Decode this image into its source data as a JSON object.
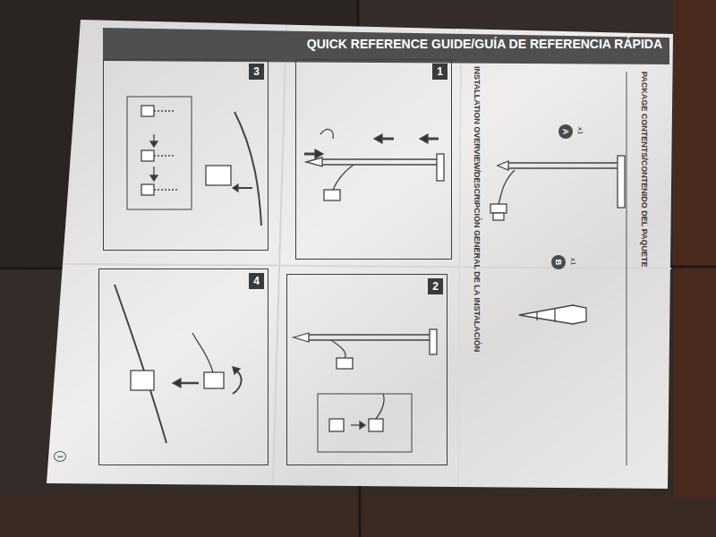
{
  "diagram": {
    "title": "QUICK REFERENCE GUIDE/GUÍA DE REFERENCIA RÁPIDA",
    "nodes": [
      {
        "text": [
          "3"
        ]
      },
      {
        "text": [
          "1"
        ]
      },
      {
        "text": [
          "A"
        ]
      },
      {
        "text": [
          "4"
        ]
      },
      {
        "text": [
          "2"
        ]
      },
      {
        "text": [
          "B"
        ]
      }
    ],
    "labels": [
      "PACKAGE CONTENTS/CONTENIDO DEL PAQUETE",
      "INSTALLATION OVERVIEW/DESCRIPCIÓN GENERAL DE LA INSTALACIÓN",
      "x1",
      "x1",
      "1"
    ]
  }
}
